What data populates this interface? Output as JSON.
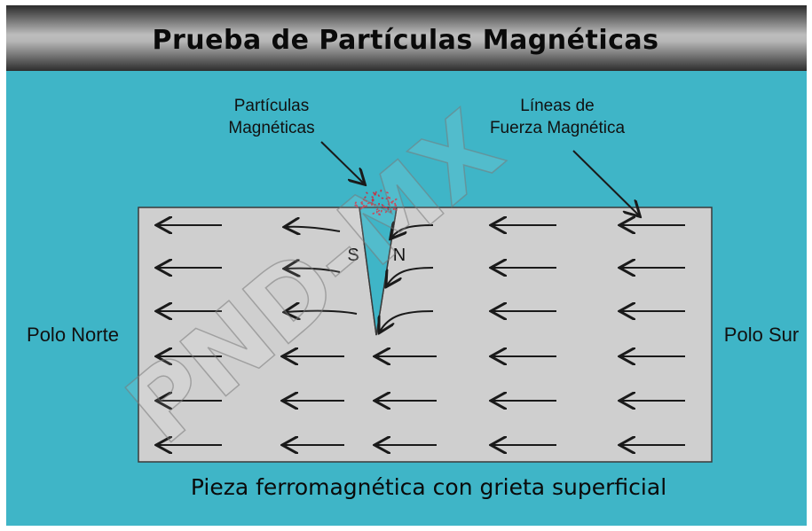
{
  "title": "Prueba de Partículas Magnéticas",
  "labels": {
    "particles": [
      "Partículas",
      "Magnéticas"
    ],
    "field_lines": [
      "Líneas de",
      "Fuerza Magnética"
    ],
    "north_pole": "Polo Norte",
    "south_pole": "Polo Sur",
    "crack_south": "S",
    "crack_north": "N"
  },
  "caption": "Pieza ferromagnética con grieta superficial",
  "watermark": "PND-MX",
  "colors": {
    "background": "#3fb5c7",
    "header_dark": "#2b2b2b",
    "header_light": "#b9b9b9",
    "piece": "#cfcfcf",
    "particles": "#c0394b"
  }
}
